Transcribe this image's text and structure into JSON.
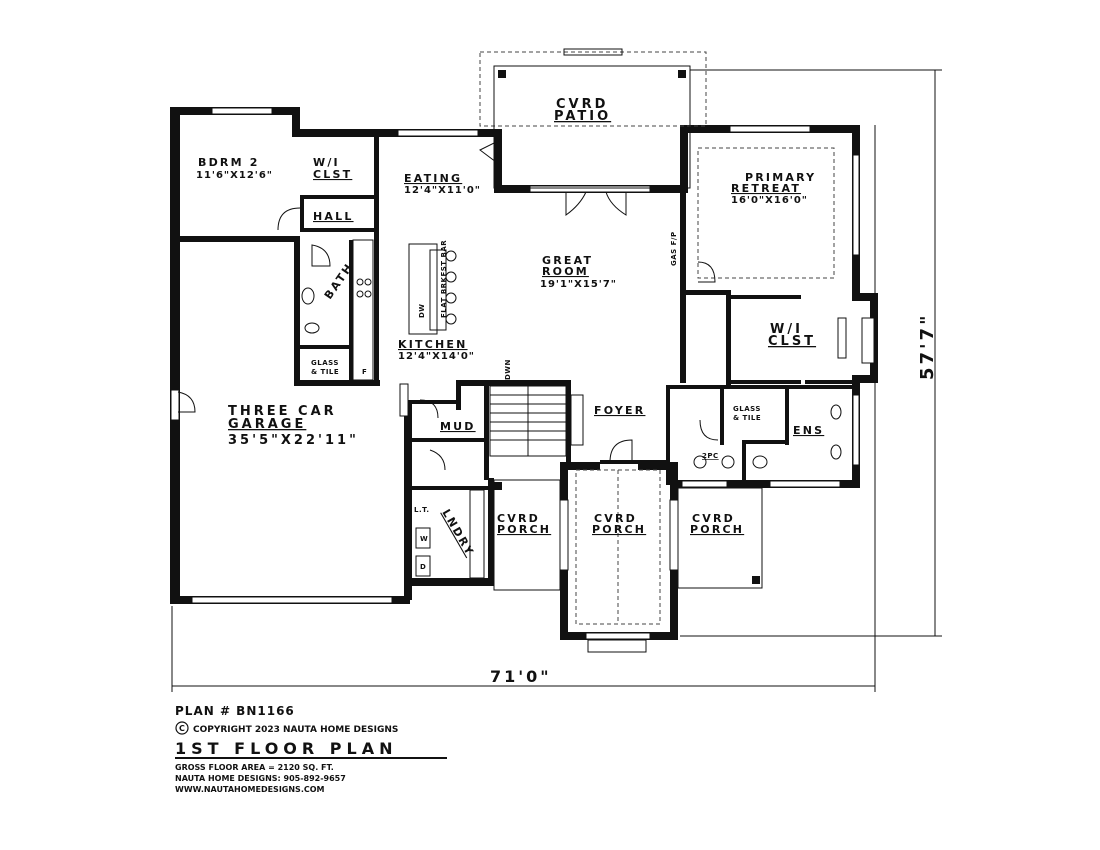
{
  "rooms": {
    "bdrm2_name": "BDRM 2",
    "bdrm2_dim": "11'6\"X12'6\"",
    "wi_clst_a": "W/I",
    "wi_clst_b": "CLST",
    "hall": "HALL",
    "eating_name": "EATING",
    "eating_dim": "12'4\"X11'0\"",
    "cvrd_patio_a": "CVRD",
    "cvrd_patio_b": "PATIO",
    "primary_a": "PRIMARY",
    "primary_b": "RETREAT",
    "primary_dim": "16'0\"X16'0\"",
    "great_a": "GREAT",
    "great_b": "ROOM",
    "great_dim": "19'1\"X15'7\"",
    "gas_fp": "GAS F/P",
    "bath": "BATH",
    "glass_tile": "GLASS",
    "glass_tile_b": "& TILE",
    "flat_bar": "FLAT BRKFST BAR",
    "dw": "DW",
    "kitchen_name": "KITCHEN",
    "kitchen_dim": "12'4\"X14'0\"",
    "f_label": "F",
    "wi_clst2_a": "W/I",
    "wi_clst2_b": "CLST",
    "garage_a": "THREE CAR",
    "garage_b": "GARAGE",
    "garage_dim": "35'5\"X22'11\"",
    "mud": "MUD",
    "dwn": "DWN",
    "foyer": "FOYER",
    "glass_tile2_a": "GLASS",
    "glass_tile2_b": "& TILE",
    "ens": "ENS",
    "two_pc": "2PC",
    "lt": "L.T.",
    "lndry": "LNDRY",
    "w": "W",
    "d": "D",
    "porch_left_a": "CVRD",
    "porch_left_b": "PORCH",
    "porch_mid_a": "CVRD",
    "porch_mid_b": "PORCH",
    "porch_right_a": "CVRD",
    "porch_right_b": "PORCH"
  },
  "dimensions": {
    "width": "71'0\"",
    "depth": "57'7\""
  },
  "info": {
    "plan_number": "PLAN # BN1166",
    "copyright_symbol": "C",
    "copyright": "COPYRIGHT 2023 NAUTA HOME DESIGNS",
    "title": "1ST FLOOR PLAN",
    "gross_area": "GROSS FLOOR AREA  =  2120  SQ. FT.",
    "phone": "NAUTA HOME DESIGNS:  905-892-9657",
    "website": "WWW.NAUTAHOMEDESIGNS.COM"
  }
}
